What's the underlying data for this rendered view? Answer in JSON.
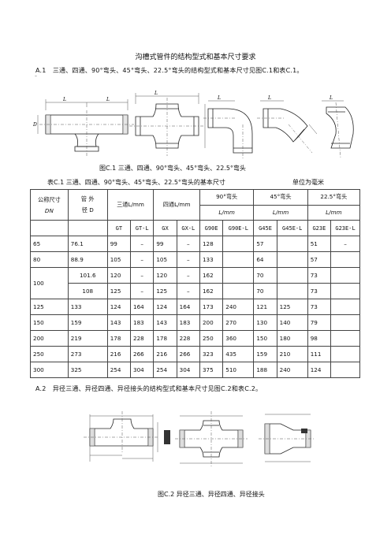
{
  "title": "沟槽式管件的结构型式和基本尺寸要求",
  "section_a1": {
    "num": "A.1",
    "text": "三通、四通、90°弯头、45°弯头、22.5°弯头的结构型式和基本尺寸见图C.1和表C.1。",
    "stray_mark": "˜"
  },
  "figure_c1": {
    "caption": "图C.1   三通、四通、90°弯头、45°弯头、22.5°弯头",
    "labels": {
      "L": "L",
      "D": "D",
      "N": "N"
    }
  },
  "table_c1": {
    "caption": "表C.1   三通、四通、90°弯头、45°弯头、22.5°弯头的基本尺寸",
    "unit_note": "单位为毫米",
    "header": {
      "dn_line1": "公称尺寸",
      "dn_line2": "DN",
      "od_line1": "管 外",
      "od_line2": "径 D",
      "tee": "三通L/mm",
      "cross": "四通L/mm",
      "e90_line1": "90°弯头",
      "e90_line2": "L/mm",
      "e45_line1": "45°弯头",
      "e45_line2": "L/mm",
      "e225_line1": "22.5°弯头",
      "e225_line2": "L/mm"
    },
    "subheader": [
      "GT",
      "GT-L",
      "GX",
      "GX-L",
      "G90E",
      "G90E-L",
      "G45E",
      "G45E-L",
      "G23E",
      "G23E-L"
    ],
    "rows": {
      "r65": [
        "65",
        "76.1",
        "99",
        "–",
        "99",
        "–",
        "128",
        "",
        "57",
        "",
        "51",
        "–"
      ],
      "r80": [
        "80",
        "88.9",
        "105",
        "–",
        "105",
        "–",
        "133",
        "",
        "64",
        "",
        "57",
        ""
      ],
      "r100a": [
        "100",
        "101.6",
        "120",
        "–",
        "120",
        "–",
        "162",
        "",
        "70",
        "",
        "73",
        ""
      ],
      "r100b": [
        "108",
        "125",
        "–",
        "125",
        "–",
        "162",
        "",
        "70",
        "",
        "73",
        ""
      ],
      "r125": [
        "125",
        "133",
        "124",
        "164",
        "124",
        "164",
        "173",
        "240",
        "121",
        "125",
        "73",
        ""
      ],
      "r150": [
        "150",
        "159",
        "143",
        "183",
        "143",
        "183",
        "200",
        "270",
        "130",
        "140",
        "79",
        ""
      ],
      "r200": [
        "200",
        "219",
        "178",
        "228",
        "178",
        "228",
        "250",
        "360",
        "150",
        "180",
        "98",
        ""
      ],
      "r250": [
        "250",
        "273",
        "216",
        "266",
        "216",
        "266",
        "323",
        "435",
        "159",
        "210",
        "111",
        ""
      ],
      "r300": [
        "300",
        "325",
        "254",
        "304",
        "254",
        "304",
        "375",
        "510",
        "188",
        "240",
        "124",
        ""
      ]
    }
  },
  "section_a2": {
    "num": "A.2",
    "text": "异径三通、异径四通、异径接头的结构型式和基本尺寸见图C.2和表C.2。"
  },
  "figure_c2": {
    "caption": "图C.2   异径三通、异径四通、异径接头"
  }
}
